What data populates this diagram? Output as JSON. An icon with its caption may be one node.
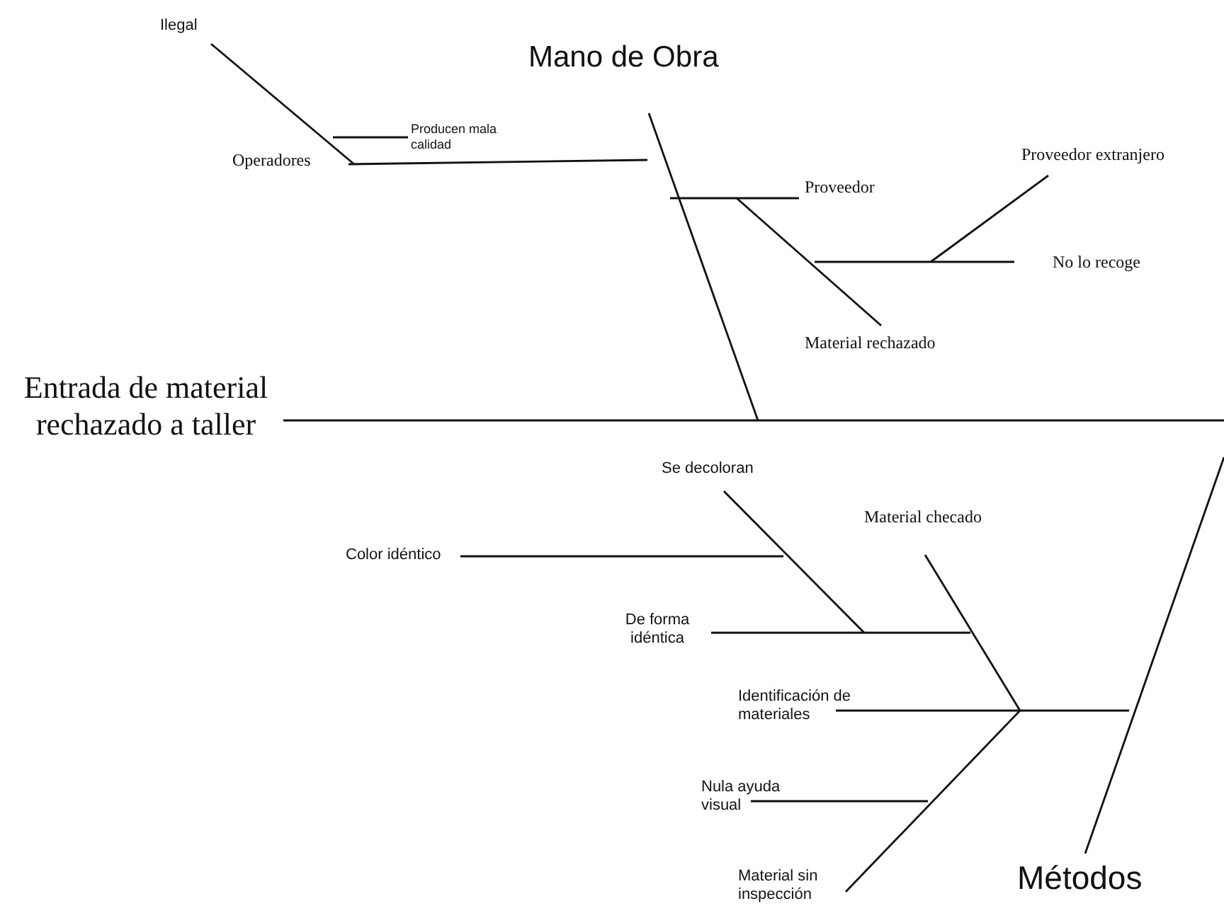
{
  "diagram": {
    "labels": [
      "Ilegal",
      "Mano de Obra",
      "Producen mala calidad",
      "Operadores",
      "Proveedor extranjero",
      "Proveedor",
      "No lo recoge",
      "Material rechazado",
      "Entrada de material rechazado a taller",
      "Se decoloran",
      "Material checado",
      "Color idéntico",
      "De forma idéntica",
      "Identificación de materiales",
      "Nula ayuda visual",
      "Material sin inspección",
      "Métodos"
    ]
  }
}
